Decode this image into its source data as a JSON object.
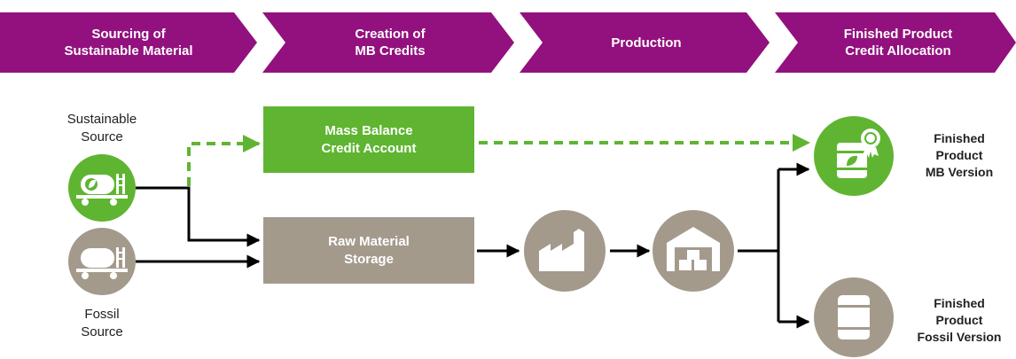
{
  "colors": {
    "purple": "#92117e",
    "green": "#5fb531",
    "taupe": "#a49a8c",
    "arrow": "#000000"
  },
  "stages": [
    {
      "line1": "Sourcing of",
      "line2": "Sustainable Material"
    },
    {
      "line1": "Creation of",
      "line2": "MB Credits"
    },
    {
      "line1": "Production",
      "line2": ""
    },
    {
      "line1": "Finished Product",
      "line2": "Credit Allocation"
    }
  ],
  "sources": {
    "sustainable": {
      "line1": "Sustainable",
      "line2": "Source",
      "icon": "tanker-truck-leaf-icon"
    },
    "fossil": {
      "line1": "Fossil",
      "line2": "Source",
      "icon": "tanker-truck-icon"
    }
  },
  "boxes": {
    "credit_account": {
      "line1": "Mass Balance",
      "line2": "Credit Account"
    },
    "storage": {
      "line1": "Raw Material",
      "line2": "Storage"
    }
  },
  "process_icons": [
    "factory-icon",
    "warehouse-icon"
  ],
  "outputs": {
    "mb": {
      "line1": "Finished",
      "line2": "Product",
      "line3": "MB Version",
      "icon": "certified-barrel-icon"
    },
    "fossil": {
      "line1": "Finished",
      "line2": "Product",
      "line3": "Fossil Version",
      "icon": "barrel-icon"
    }
  }
}
